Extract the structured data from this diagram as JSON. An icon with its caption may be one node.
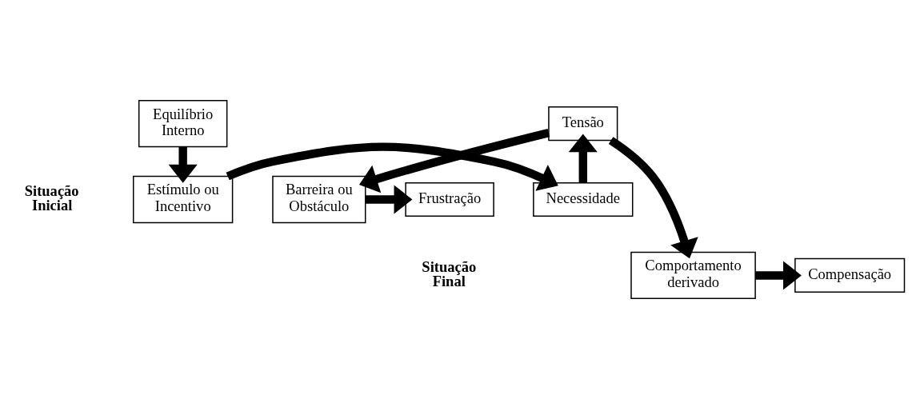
{
  "diagram": {
    "nodes": [
      {
        "text": [
          "Equilíbrio Interno"
        ]
      },
      {
        "text": [
          "Estímulo ou Incentivo"
        ]
      },
      {
        "text": [
          "Necessidade"
        ]
      },
      {
        "text": [
          "Tensão"
        ]
      },
      {
        "text": [
          "Barreira ou Obstáculo"
        ]
      },
      {
        "text": [
          "Frustração"
        ]
      },
      {
        "text": [
          "Comportamento derivado"
        ]
      },
      {
        "text": [
          "Compensação"
        ]
      }
    ],
    "edges": [
      {
        "from": 0,
        "to": 1,
        "arrow": "to"
      },
      {
        "from": 1,
        "to": 2,
        "arrow": "to"
      },
      {
        "from": 2,
        "to": 3,
        "arrow": "to"
      },
      {
        "from": 3,
        "to": 4,
        "arrow": "to"
      },
      {
        "from": 3,
        "to": 6,
        "arrow": "to"
      },
      {
        "from": 4,
        "to": 5,
        "arrow": "to"
      },
      {
        "from": 6,
        "to": 7,
        "arrow": "to"
      }
    ],
    "labels": [
      "Situação Inicial",
      "Situação Final"
    ]
  }
}
